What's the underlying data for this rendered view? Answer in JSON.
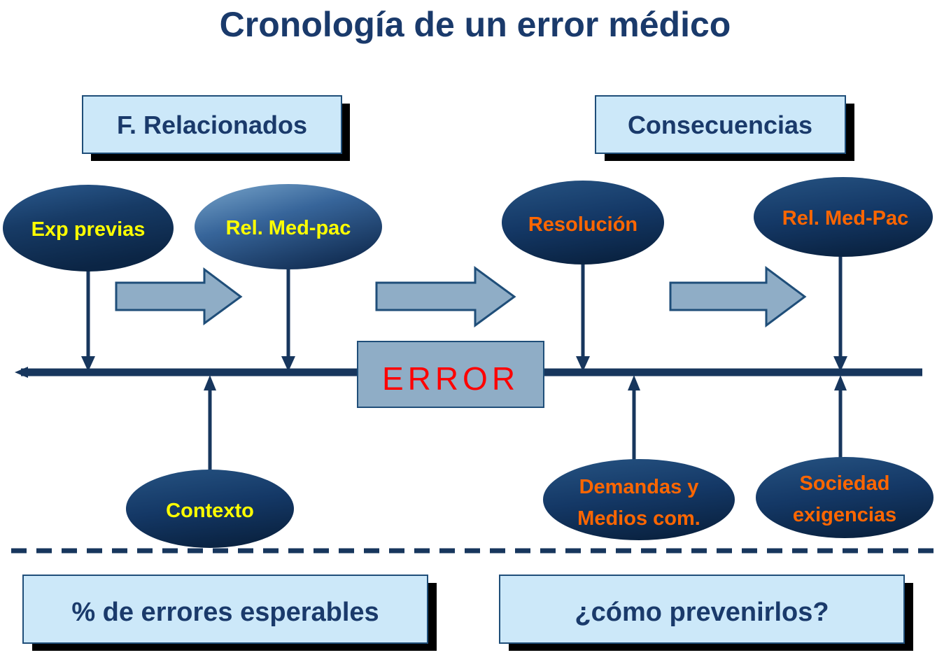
{
  "slide": {
    "title": "Cronología de un error médico",
    "background_color": "#ffffff"
  },
  "colors": {
    "navy": "#1a3a6b",
    "dark_navy": "#17365d",
    "light_box_fill": "#cce8f9",
    "box_border": "#1f4e79",
    "steel_blue": "#8fadc6",
    "yellow_text": "#ffff00",
    "orange_text": "#ff6600",
    "red_text": "#ff0000",
    "shadow": "#000000"
  },
  "headers": [
    {
      "label": "F. Relacionados"
    },
    {
      "label": "Consecuencias"
    }
  ],
  "nodes_above_timeline": [
    {
      "label": "Exp previas",
      "text_color": "#ffff00",
      "group": "factores-relacionados"
    },
    {
      "label": "Rel. Med-pac",
      "text_color": "#ffff00",
      "group": "factores-relacionados"
    },
    {
      "label": "Resolución",
      "text_color": "#ff6600",
      "group": "consecuencias"
    },
    {
      "label": "Rel. Med-Pac",
      "text_color": "#ff6600",
      "group": "consecuencias"
    }
  ],
  "nodes_below_timeline": [
    {
      "label": "Contexto",
      "text_color": "#ffff00",
      "group": "factores-relacionados",
      "lines": [
        "Contexto"
      ]
    },
    {
      "label": "Demandas y Medios com.",
      "text_color": "#ff6600",
      "group": "consecuencias",
      "lines": [
        "Demandas y",
        "Medios com."
      ]
    },
    {
      "label": "Sociedad exigencias",
      "text_color": "#ff6600",
      "group": "consecuencias",
      "lines": [
        "Sociedad",
        "exigencias"
      ]
    }
  ],
  "error_marker": {
    "label": "ERROR",
    "text_color": "#ff0000",
    "fill": "#8fadc6"
  },
  "timeline": {
    "orientation": "horizontal",
    "has_left_arrowhead": true,
    "color": "#17365d"
  },
  "divider": {
    "style": "dashed",
    "color": "#17365d"
  },
  "footer_boxes": [
    {
      "label": "% de errores esperables"
    },
    {
      "label": "¿cómo prevenirlos?"
    }
  ],
  "flow_arrows": [
    {
      "name": "arrow-exp-to-relmedpac",
      "direction": "right"
    },
    {
      "name": "arrow-relmedpac-to-error",
      "direction": "right"
    },
    {
      "name": "arrow-resolucion-to-relmedpac",
      "direction": "right"
    }
  ]
}
